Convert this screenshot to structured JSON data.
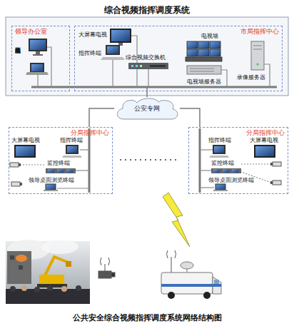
{
  "diagram": {
    "title": "综合视频指挥调度系统",
    "caption": "公共安全综合视频指挥调度系统网络结构图",
    "nodes": [
      {
        "text": [
          "领导办公室"
        ]
      },
      {
        "text": [
          "市局指挥中心"
        ]
      },
      {
        "text": [
          "公安专网"
        ]
      },
      {
        "text": [
          "分局指挥中心"
        ]
      },
      {
        "text": [
          "分局指挥中心"
        ]
      }
    ],
    "edges": [
      {
        "from": 1,
        "to": 2,
        "arrow": "none"
      },
      {
        "from": 2,
        "to": 3,
        "arrow": "none"
      },
      {
        "from": 2,
        "to": 4,
        "arrow": "none"
      }
    ],
    "labels": [
      "桌面视频终端",
      "大屏幕电视",
      "指挥终端",
      "综合视频交换机",
      "电视墙",
      "电视墙服务器",
      "录像服务器",
      "大屏幕电视",
      "指挥终端",
      "监控终端",
      "领导桌面浏览终端",
      "指挥终端",
      "大屏幕电视",
      "监控终端",
      "领导桌面浏览终端"
    ]
  }
}
